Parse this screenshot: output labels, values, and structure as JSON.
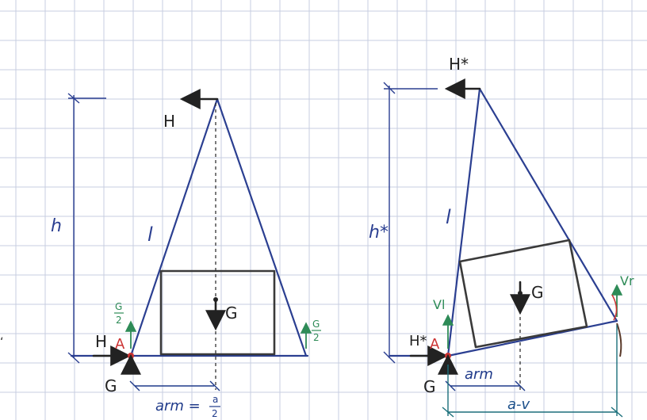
{
  "left_diagram": {
    "h_label": "h",
    "l_label": "l",
    "force_H": "H",
    "point_A": "A",
    "weight_G": "G",
    "support_G": "G",
    "half_G_numerator": "G",
    "half_G_denominator": "2",
    "arm_text": "arm =",
    "arm_frac_numerator": "a",
    "arm_frac_denominator": "2"
  },
  "right_diagram": {
    "h_label": "h*",
    "l_label": "l",
    "force_H_top": "H*",
    "force_H_base": "H*",
    "point_A": "A",
    "weight_G": "G",
    "support_G": "G",
    "vl_label": "Vl",
    "vr_label": "Vr",
    "arm_label": "arm",
    "a_minus_v_label": "a-v"
  },
  "colors": {
    "grid": "#c7cde0",
    "frame": "#2b3f91",
    "box": "#3a3a3a",
    "force_green": "#2e8b57",
    "point_red": "#cc3333",
    "dimension_teal": "#1b6f7a"
  }
}
